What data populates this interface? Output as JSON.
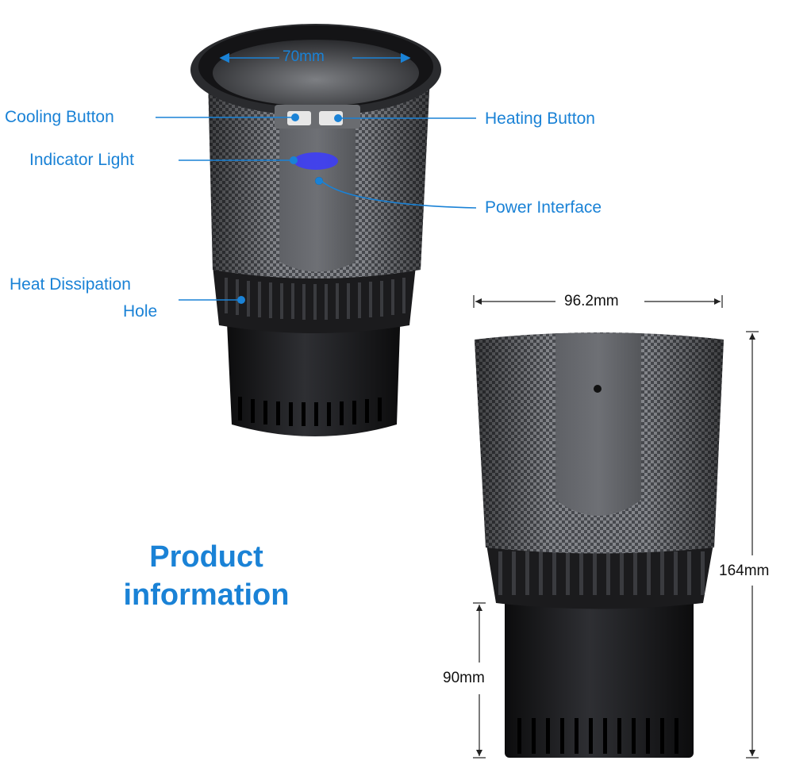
{
  "callouts": {
    "cooling_button": "Cooling Button",
    "heating_button": "Heating Button",
    "indicator_light": "Indicator Light",
    "power_interface": "Power Interface",
    "heat_dissipation_line1": "Heat Dissipation",
    "heat_dissipation_line2": "Hole"
  },
  "dimensions": {
    "inner_diameter": "70mm",
    "outer_diameter": "96.2mm",
    "total_height": "164mm",
    "base_height": "90mm"
  },
  "title": {
    "line1": "Product",
    "line2": "information"
  },
  "colors": {
    "accent": "#1a82d6",
    "cup_body": "#5a5c60",
    "cup_base": "#1c1c1e",
    "indicator": "#3b3bff"
  }
}
